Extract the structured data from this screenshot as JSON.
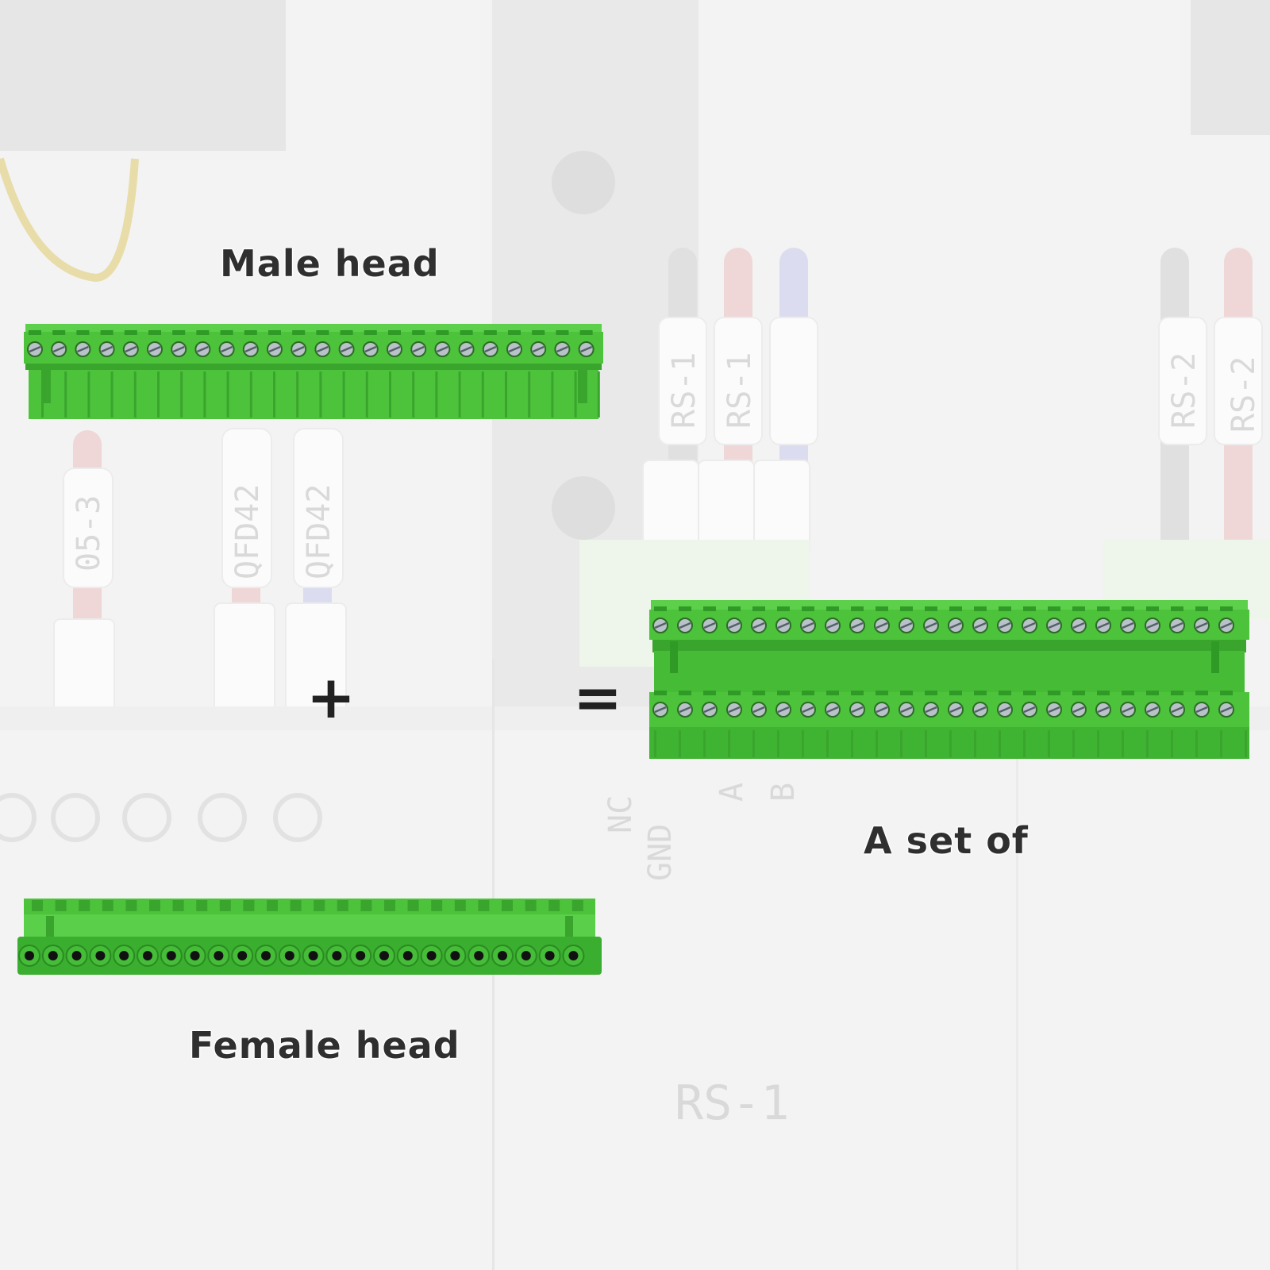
{
  "labels": {
    "male": "Male head",
    "female": "Female head",
    "set": "A set of"
  },
  "symbols": {
    "plus": "+",
    "equals": "="
  },
  "background": {
    "description_labels": [
      "RS-1",
      "RS-1",
      "RS-2",
      "QFD42",
      "05-3",
      "NC",
      "GND",
      "A",
      "B",
      "RS-1"
    ]
  },
  "colors": {
    "connector_green": "#4cc33b",
    "connector_dark": "#2f9a26",
    "background": "#f4f4f4",
    "text": "#2f2f2f"
  },
  "parts": {
    "male_pins": 24,
    "female_pins": 24,
    "set_pins_per_row": 24
  }
}
